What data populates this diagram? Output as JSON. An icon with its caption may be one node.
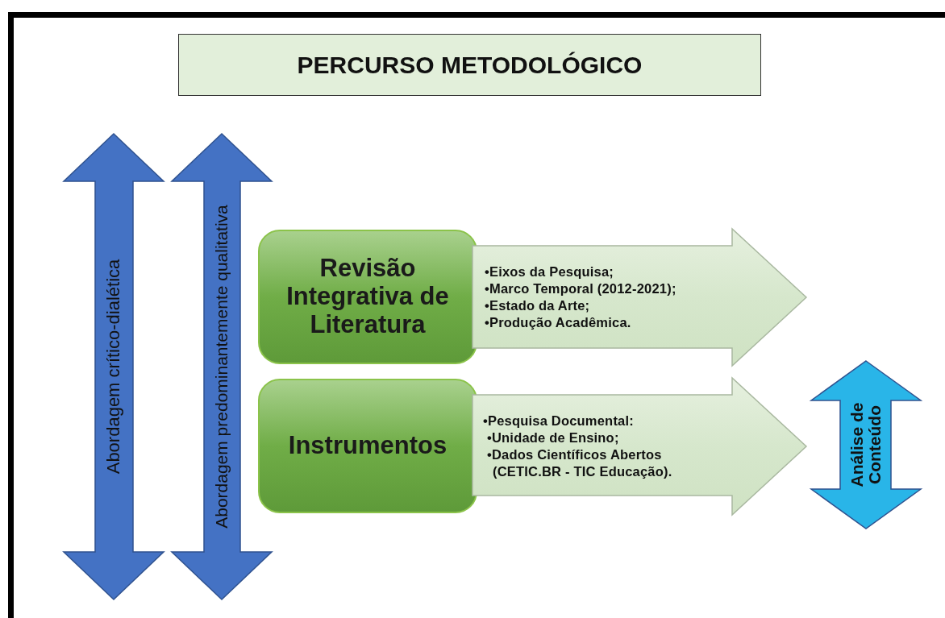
{
  "diagram": {
    "title": "PERCURSO METODOLÓGICO",
    "nodes": [
      {
        "text": [
          "Abordagem crítico-dialética"
        ]
      },
      {
        "text": [
          "Abordagem predominantemente qualitativa"
        ]
      },
      {
        "text": [
          "Revisão Integrativa de Literatura"
        ]
      },
      {
        "text": [
          "•Eixos da Pesquisa;",
          "•Marco Temporal (2012-2021);",
          "•Estado da Arte;",
          "•Produção Acadêmica."
        ]
      },
      {
        "text": [
          "Instrumentos"
        ]
      },
      {
        "text": [
          "•Pesquisa Documental:",
          "•Unidade de Ensino;",
          "•Dados Científicos Abertos (CETIC.BR - TIC Educação)."
        ]
      },
      {
        "text": [
          "Análise de Conteúdo"
        ]
      }
    ]
  }
}
